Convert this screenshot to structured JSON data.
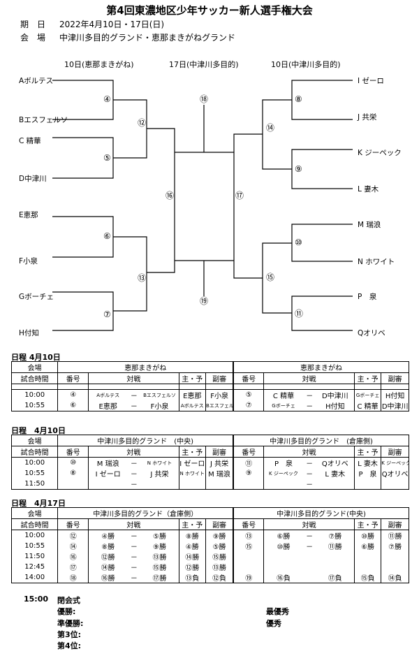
{
  "title": "第4回東濃地区少年サッカー新人選手権大会",
  "period_label": "期　日",
  "period_value": "2022年4月10日・17日(日)",
  "venue_label": "会　場",
  "venue_value": "中津川多目的グランド・恵那まきがねグランド",
  "rounds": {
    "left": "10日(恵那まきがね)",
    "center": "17日(中津川多目的)",
    "right": "10日(中津川多目的)"
  },
  "teams_left": [
    "Aボルテス",
    "Bエスフェルソ",
    "C 精華",
    "D中津川",
    "E恵那",
    "F小泉",
    "Gボーチェ",
    "H付知"
  ],
  "teams_right": [
    "I ゼーロ",
    "J 共栄",
    "K ジーペック",
    "L 妻木",
    "M 瑞浪",
    "N ホワイト",
    "P　泉",
    "Qオリベ"
  ],
  "match_nums": [
    "④",
    "⑤",
    "⑥",
    "⑦",
    "⑧",
    "⑨",
    "⑩",
    "⑪",
    "⑫",
    "⑬",
    "⑭",
    "⑮",
    "⑯",
    "⑰",
    "⑱",
    "⑲"
  ],
  "s1": {
    "heading": "日程 4月10日",
    "venue_l": "恵那まきがね",
    "venue_r": "恵那まきがね",
    "h": {
      "venue": "会場",
      "time": "試合時間",
      "num": "番号",
      "match": "対戦",
      "ref": "主・予",
      "sub": "副審"
    },
    "rows": [
      {
        "t": "10:00",
        "n1": "④",
        "a1": "Aボルテス",
        "d1": "－",
        "b1": "Bエスフェルソ",
        "r1": "E恵那",
        "s1": "F小泉",
        "n2": "⑤",
        "a2": "C 精華",
        "d2": "－",
        "b2": "D中津川",
        "r2": "Gボーチェ",
        "s2": "H付知"
      },
      {
        "t": "10:55",
        "n1": "⑥",
        "a1": "E恵那",
        "d1": "－",
        "b1": "F小泉",
        "r1": "Aボルテス",
        "s1": "Bエスフェルソ",
        "n2": "⑦",
        "a2": "Gボーチェ",
        "d2": "－",
        "b2": "H付知",
        "r2": "C 精華",
        "s2": "D中津川"
      }
    ]
  },
  "s2": {
    "heading": "日程　4月10日",
    "venue_l": "中津川多目的グランド　(中央)",
    "venue_r": "中津川多目的グランド　(倉庫側)",
    "rows": [
      {
        "t": "10:00",
        "n1": "⑩",
        "a1": "M 瑞浪",
        "d1": "－",
        "b1": "N ホワイト",
        "r1": "I ゼーロ",
        "s1": "J 共栄",
        "n2": "⑪",
        "a2": "P　泉",
        "d2": "－",
        "b2": "Qオリベ",
        "r2": "L 妻木",
        "s2": "K ジーペック"
      },
      {
        "t": "10:55",
        "n1": "⑧",
        "a1": "I ゼーロ",
        "d1": "－",
        "b1": "J 共栄",
        "r1": "N ホワイト",
        "s1": "M 瑞浪",
        "n2": "⑨",
        "a2": "K ジーペック",
        "d2": "－",
        "b2": "L 妻木",
        "r2": "P　泉",
        "s2": "Qオリベ"
      },
      {
        "t": "11:50",
        "n1": "",
        "a1": "",
        "d1": "－",
        "b1": "",
        "r1": "",
        "s1": "",
        "n2": "",
        "a2": "",
        "d2": "－",
        "b2": "",
        "r2": "",
        "s2": ""
      }
    ]
  },
  "s3": {
    "heading": "日程　4月17日",
    "venue_l": "中津川多目的グランド（倉庫側）",
    "venue_r": "中津川多目的グランド(中央)",
    "rows": [
      {
        "t": "10:00",
        "n1": "⑫",
        "a1": "④勝",
        "d1": "－",
        "b1": "⑤勝",
        "r1": "⑧勝",
        "s1": "⑨勝",
        "n2": "⑬",
        "a2": "⑥勝",
        "d2": "－",
        "b2": "⑦勝",
        "r2": "⑩勝",
        "s2": "⑪勝"
      },
      {
        "t": "10:55",
        "n1": "⑭",
        "a1": "⑧勝",
        "d1": "－",
        "b1": "⑨勝",
        "r1": "④勝",
        "s1": "⑤勝",
        "n2": "⑮",
        "a2": "⑩勝",
        "d2": "－",
        "b2": "⑪勝",
        "r2": "⑥勝",
        "s2": "⑦勝"
      },
      {
        "t": "11:50",
        "n1": "⑯",
        "a1": "⑫勝",
        "d1": "－",
        "b1": "⑬勝",
        "r1": "⑭勝",
        "s1": "⑮勝",
        "n2": "",
        "a2": "",
        "d2": "",
        "b2": "",
        "r2": "",
        "s2": ""
      },
      {
        "t": "12:45",
        "n1": "⑰",
        "a1": "⑭勝",
        "d1": "－",
        "b1": "⑮勝",
        "r1": "⑫勝",
        "s1": "⑬勝",
        "n2": "",
        "a2": "",
        "d2": "",
        "b2": "",
        "r2": "",
        "s2": ""
      },
      {
        "t": "14:00",
        "n1": "⑱",
        "a1": "⑯勝",
        "d1": "－",
        "b1": "⑰勝",
        "r1": "⑬負",
        "s1": "⑫負",
        "n2": "⑲",
        "a2": "⑯負",
        "d2": "",
        "b2": "⑰負",
        "r2": "⑮負",
        "s2": "⑭負"
      }
    ]
  },
  "closing": {
    "time": "15:00",
    "ceremony": "閉会式",
    "win": "優勝:",
    "runner": "準優勝:",
    "third": "第3位:",
    "fourth": "第4位:",
    "mvp": "最優秀",
    "excellent": "優秀"
  }
}
